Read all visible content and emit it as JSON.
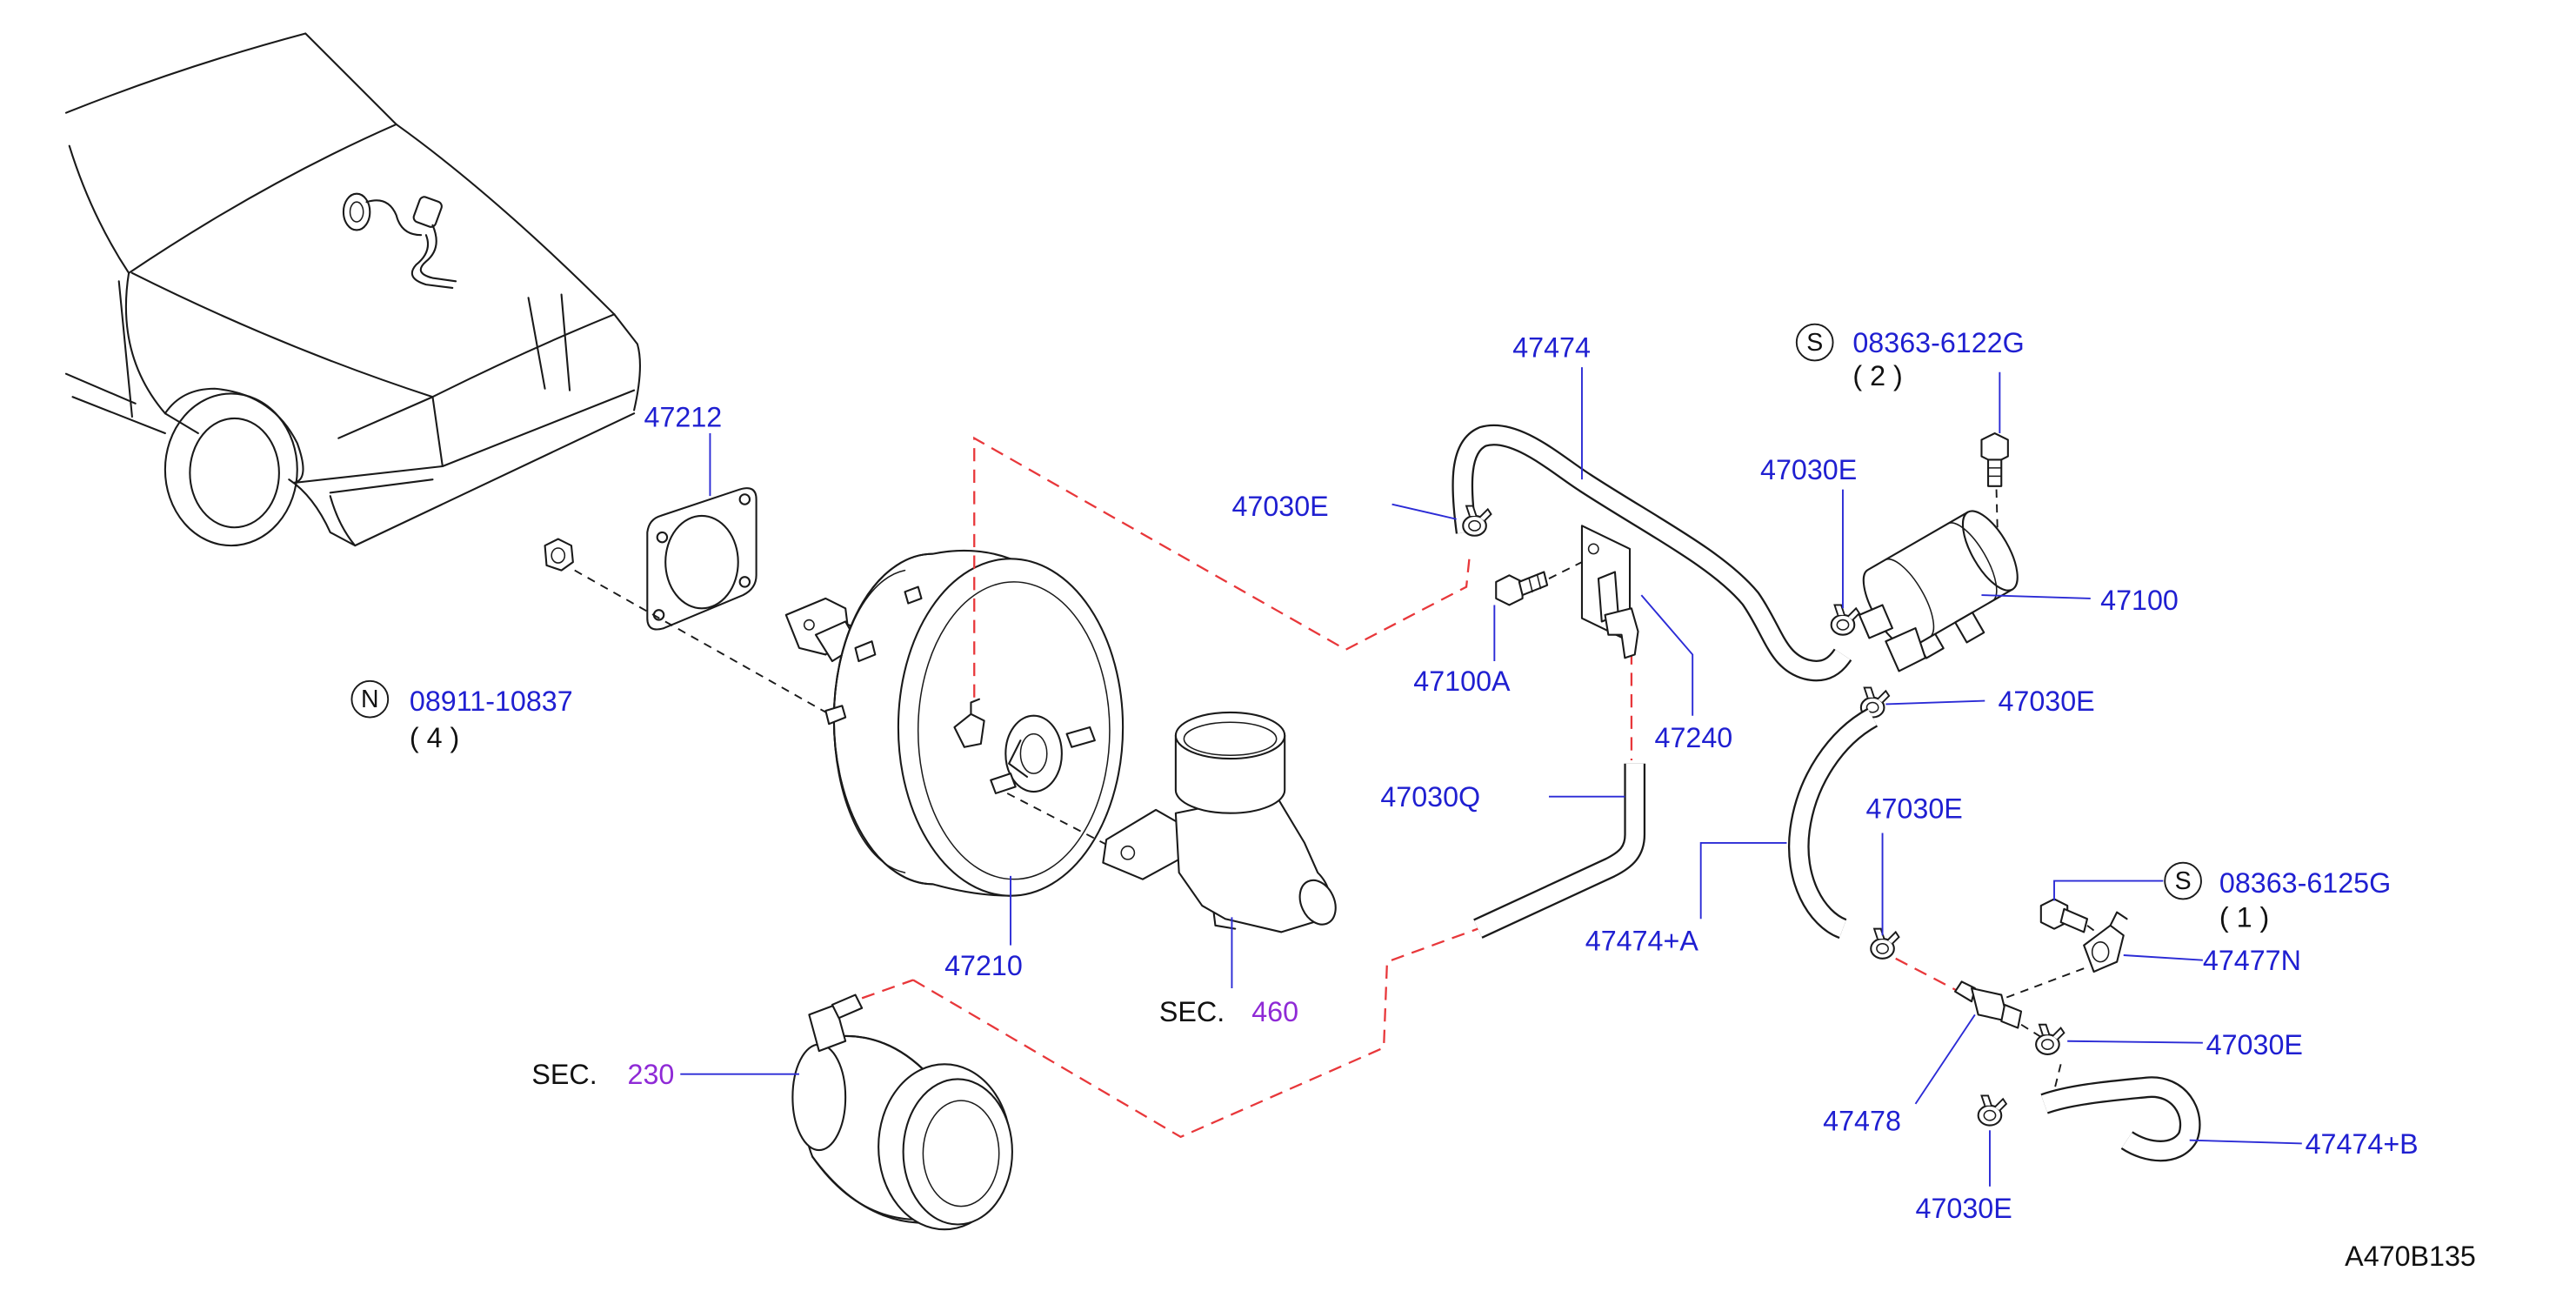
{
  "diagram_id": "A470B135",
  "parts": {
    "gasket": {
      "number": "47212"
    },
    "nut": {
      "marker": "N",
      "number": "08911-10837",
      "qty": "( 4 )"
    },
    "booster": {
      "number": "47210"
    },
    "hose_main": {
      "number": "47474"
    },
    "clamp_top_left": {
      "number": "47030E"
    },
    "bolt_bracket": {
      "number": "47100A"
    },
    "bracket": {
      "number": "47240"
    },
    "tube_q": {
      "number": "47030Q"
    },
    "bolt_canister": {
      "marker": "S",
      "number": "08363-6122G",
      "qty": "( 2 )"
    },
    "clamp_top_right": {
      "number": "47030E"
    },
    "canister": {
      "number": "47100"
    },
    "clamp_mid_right": {
      "number": "47030E"
    },
    "clamp_mid": {
      "number": "47030E"
    },
    "hose_a": {
      "number": "47474+A"
    },
    "bolt_clip": {
      "marker": "S",
      "number": "08363-6125G",
      "qty": "( 1 )"
    },
    "clip": {
      "number": "47477N"
    },
    "clamp_low_right": {
      "number": "47030E"
    },
    "check_valve": {
      "number": "47478"
    },
    "hose_b": {
      "number": "47474+B"
    },
    "clamp_bottom": {
      "number": "47030E"
    }
  },
  "sections": {
    "sec460": {
      "prefix": "SEC.",
      "number": "460"
    },
    "sec230": {
      "prefix": "SEC.",
      "number": "230"
    }
  }
}
